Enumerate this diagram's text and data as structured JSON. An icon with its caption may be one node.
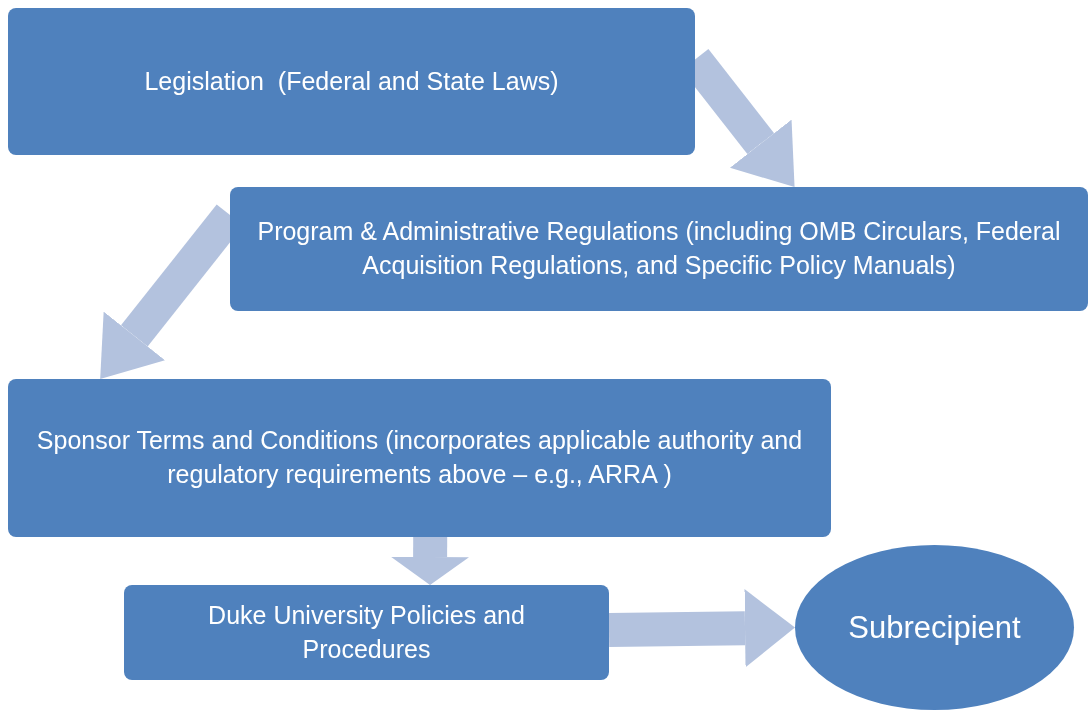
{
  "diagram": {
    "nodes": [
      {
        "text": [
          "Legislation  (Federal and State Laws)"
        ]
      },
      {
        "text": [
          "Program & Administrative Regulations (including OMB Circulars, Federal Acquisition Regulations, and Specific Policy Manuals)"
        ]
      },
      {
        "text": [
          "Sponsor Terms and Conditions (incorporates applicable authority and regulatory requirements above – e.g., ARRA )"
        ]
      },
      {
        "text": [
          "Duke University Policies and Procedures"
        ]
      },
      {
        "text": [
          "Subrecipient"
        ]
      }
    ],
    "edges": [
      {
        "from": 0,
        "to": 1,
        "arrow": "to"
      },
      {
        "from": 1,
        "to": 2,
        "arrow": "to"
      },
      {
        "from": 2,
        "to": 3,
        "arrow": "to"
      },
      {
        "from": 3,
        "to": 4,
        "arrow": "to"
      }
    ]
  }
}
